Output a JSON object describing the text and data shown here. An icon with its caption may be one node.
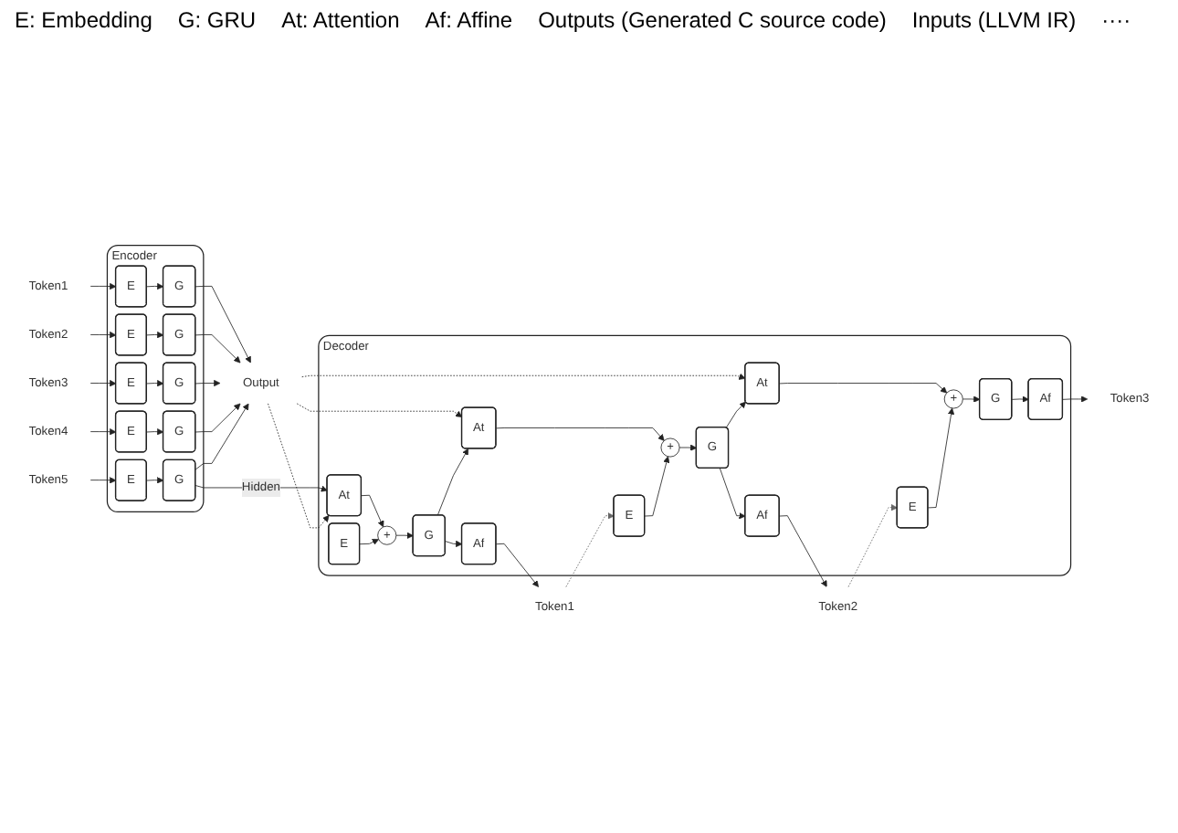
{
  "diagram": {
    "nodes": [
      {
        "text": [
          "Encoder"
        ]
      },
      {
        "text": [
          "G"
        ],
        "in": 0
      },
      {
        "text": [
          "G"
        ],
        "in": 0
      },
      {
        "text": [
          "G"
        ],
        "in": 0
      },
      {
        "text": [
          "G"
        ],
        "in": 0
      },
      {
        "text": [
          "G"
        ],
        "in": 0
      },
      {
        "text": [
          "E"
        ],
        "in": 0
      },
      {
        "text": [
          "E"
        ],
        "in": 0
      },
      {
        "text": [
          "E"
        ],
        "in": 0
      },
      {
        "text": [
          "E"
        ],
        "in": 0
      },
      {
        "text": [
          "E"
        ],
        "in": 0
      },
      {
        "text": [
          "Token1"
        ]
      },
      {
        "text": [
          "Token2"
        ]
      },
      {
        "text": [
          "Token3"
        ]
      },
      {
        "text": [
          "Token4"
        ]
      },
      {
        "text": [
          "Token5"
        ]
      },
      {
        "text": [
          "Output"
        ]
      },
      {
        "text": [
          "Decoder"
        ]
      },
      {
        "text": [
          "Af"
        ],
        "in": 17
      },
      {
        "text": [
          "G"
        ],
        "in": 17
      },
      {
        "text": [
          "+"
        ],
        "in": 17
      },
      {
        "text": [
          "At"
        ],
        "in": 17
      },
      {
        "text": [
          "E"
        ],
        "in": 17
      },
      {
        "text": [
          "Af"
        ],
        "in": 17
      },
      {
        "text": [
          "G"
        ],
        "in": 17
      },
      {
        "text": [
          "+"
        ],
        "in": 17
      },
      {
        "text": [
          "At"
        ],
        "in": 17
      },
      {
        "text": [
          "E"
        ],
        "in": 17
      },
      {
        "text": [
          "Af"
        ],
        "in": 17
      },
      {
        "text": [
          "G"
        ],
        "in": 17
      },
      {
        "text": [
          "+"
        ],
        "in": 17
      },
      {
        "text": [
          "At"
        ],
        "in": 17
      },
      {
        "text": [
          "E"
        ],
        "in": 17
      },
      {
        "text": [
          "Token1"
        ]
      },
      {
        "text": [
          "Token2"
        ]
      },
      {
        "text": [
          "Token3"
        ]
      }
    ],
    "edges": [
      {
        "from": 11,
        "to": 6,
        "arrow": "to"
      },
      {
        "from": 12,
        "to": 7,
        "arrow": "to"
      },
      {
        "from": 13,
        "to": 8,
        "arrow": "to"
      },
      {
        "from": 14,
        "to": 9,
        "arrow": "to"
      },
      {
        "from": 15,
        "to": 10,
        "arrow": "to"
      },
      {
        "from": 6,
        "to": 1,
        "arrow": "to"
      },
      {
        "from": 7,
        "to": 2,
        "arrow": "to"
      },
      {
        "from": 8,
        "to": 3,
        "arrow": "to"
      },
      {
        "from": 9,
        "to": 4,
        "arrow": "to"
      },
      {
        "from": 10,
        "to": 5,
        "arrow": "to"
      },
      {
        "from": 1,
        "to": 16,
        "arrow": "to"
      },
      {
        "from": 2,
        "to": 16,
        "arrow": "to"
      },
      {
        "from": 3,
        "to": 16,
        "arrow": "to"
      },
      {
        "from": 4,
        "to": 16,
        "arrow": "to"
      },
      {
        "from": 5,
        "to": 16,
        "arrow": "to"
      },
      {
        "from": 5,
        "to": 21,
        "arrow": "to",
        "label": "Hidden"
      },
      {
        "from": 16,
        "to": 21,
        "arrow": "to",
        "style": "dashed"
      },
      {
        "from": 16,
        "to": 26,
        "arrow": "to",
        "style": "dashed"
      },
      {
        "from": 16,
        "to": 31,
        "arrow": "to",
        "style": "dashed"
      },
      {
        "from": 21,
        "to": 20,
        "arrow": "to"
      },
      {
        "from": 22,
        "to": 20,
        "arrow": "to"
      },
      {
        "from": 20,
        "to": 19,
        "arrow": "to"
      },
      {
        "from": 19,
        "to": 18,
        "arrow": "to"
      },
      {
        "from": 18,
        "to": 33,
        "arrow": "to"
      },
      {
        "from": 19,
        "to": 26,
        "arrow": "to"
      },
      {
        "from": 33,
        "to": 27,
        "arrow": "to",
        "style": "dashed",
        "color": "#666666"
      },
      {
        "from": 26,
        "to": 25,
        "arrow": "to"
      },
      {
        "from": 27,
        "to": 25,
        "arrow": "to"
      },
      {
        "from": 25,
        "to": 24,
        "arrow": "to"
      },
      {
        "from": 24,
        "to": 23,
        "arrow": "to"
      },
      {
        "from": 23,
        "to": 34,
        "arrow": "to"
      },
      {
        "from": 24,
        "to": 31,
        "arrow": "to"
      },
      {
        "from": 34,
        "to": 32,
        "arrow": "to",
        "style": "dashed",
        "color": "#666666"
      },
      {
        "from": 31,
        "to": 30,
        "arrow": "to"
      },
      {
        "from": 32,
        "to": 30,
        "arrow": "to"
      },
      {
        "from": 30,
        "to": 29,
        "arrow": "to"
      },
      {
        "from": 29,
        "to": 28,
        "arrow": "to"
      },
      {
        "from": 28,
        "to": 35,
        "arrow": "to"
      }
    ],
    "labels": [
      "E: Embedding",
      "G: GRU",
      "At: Attention",
      "Af: Affine",
      "Outputs (Generated C source code)",
      "Inputs (LLVM IR)",
      "····"
    ]
  }
}
